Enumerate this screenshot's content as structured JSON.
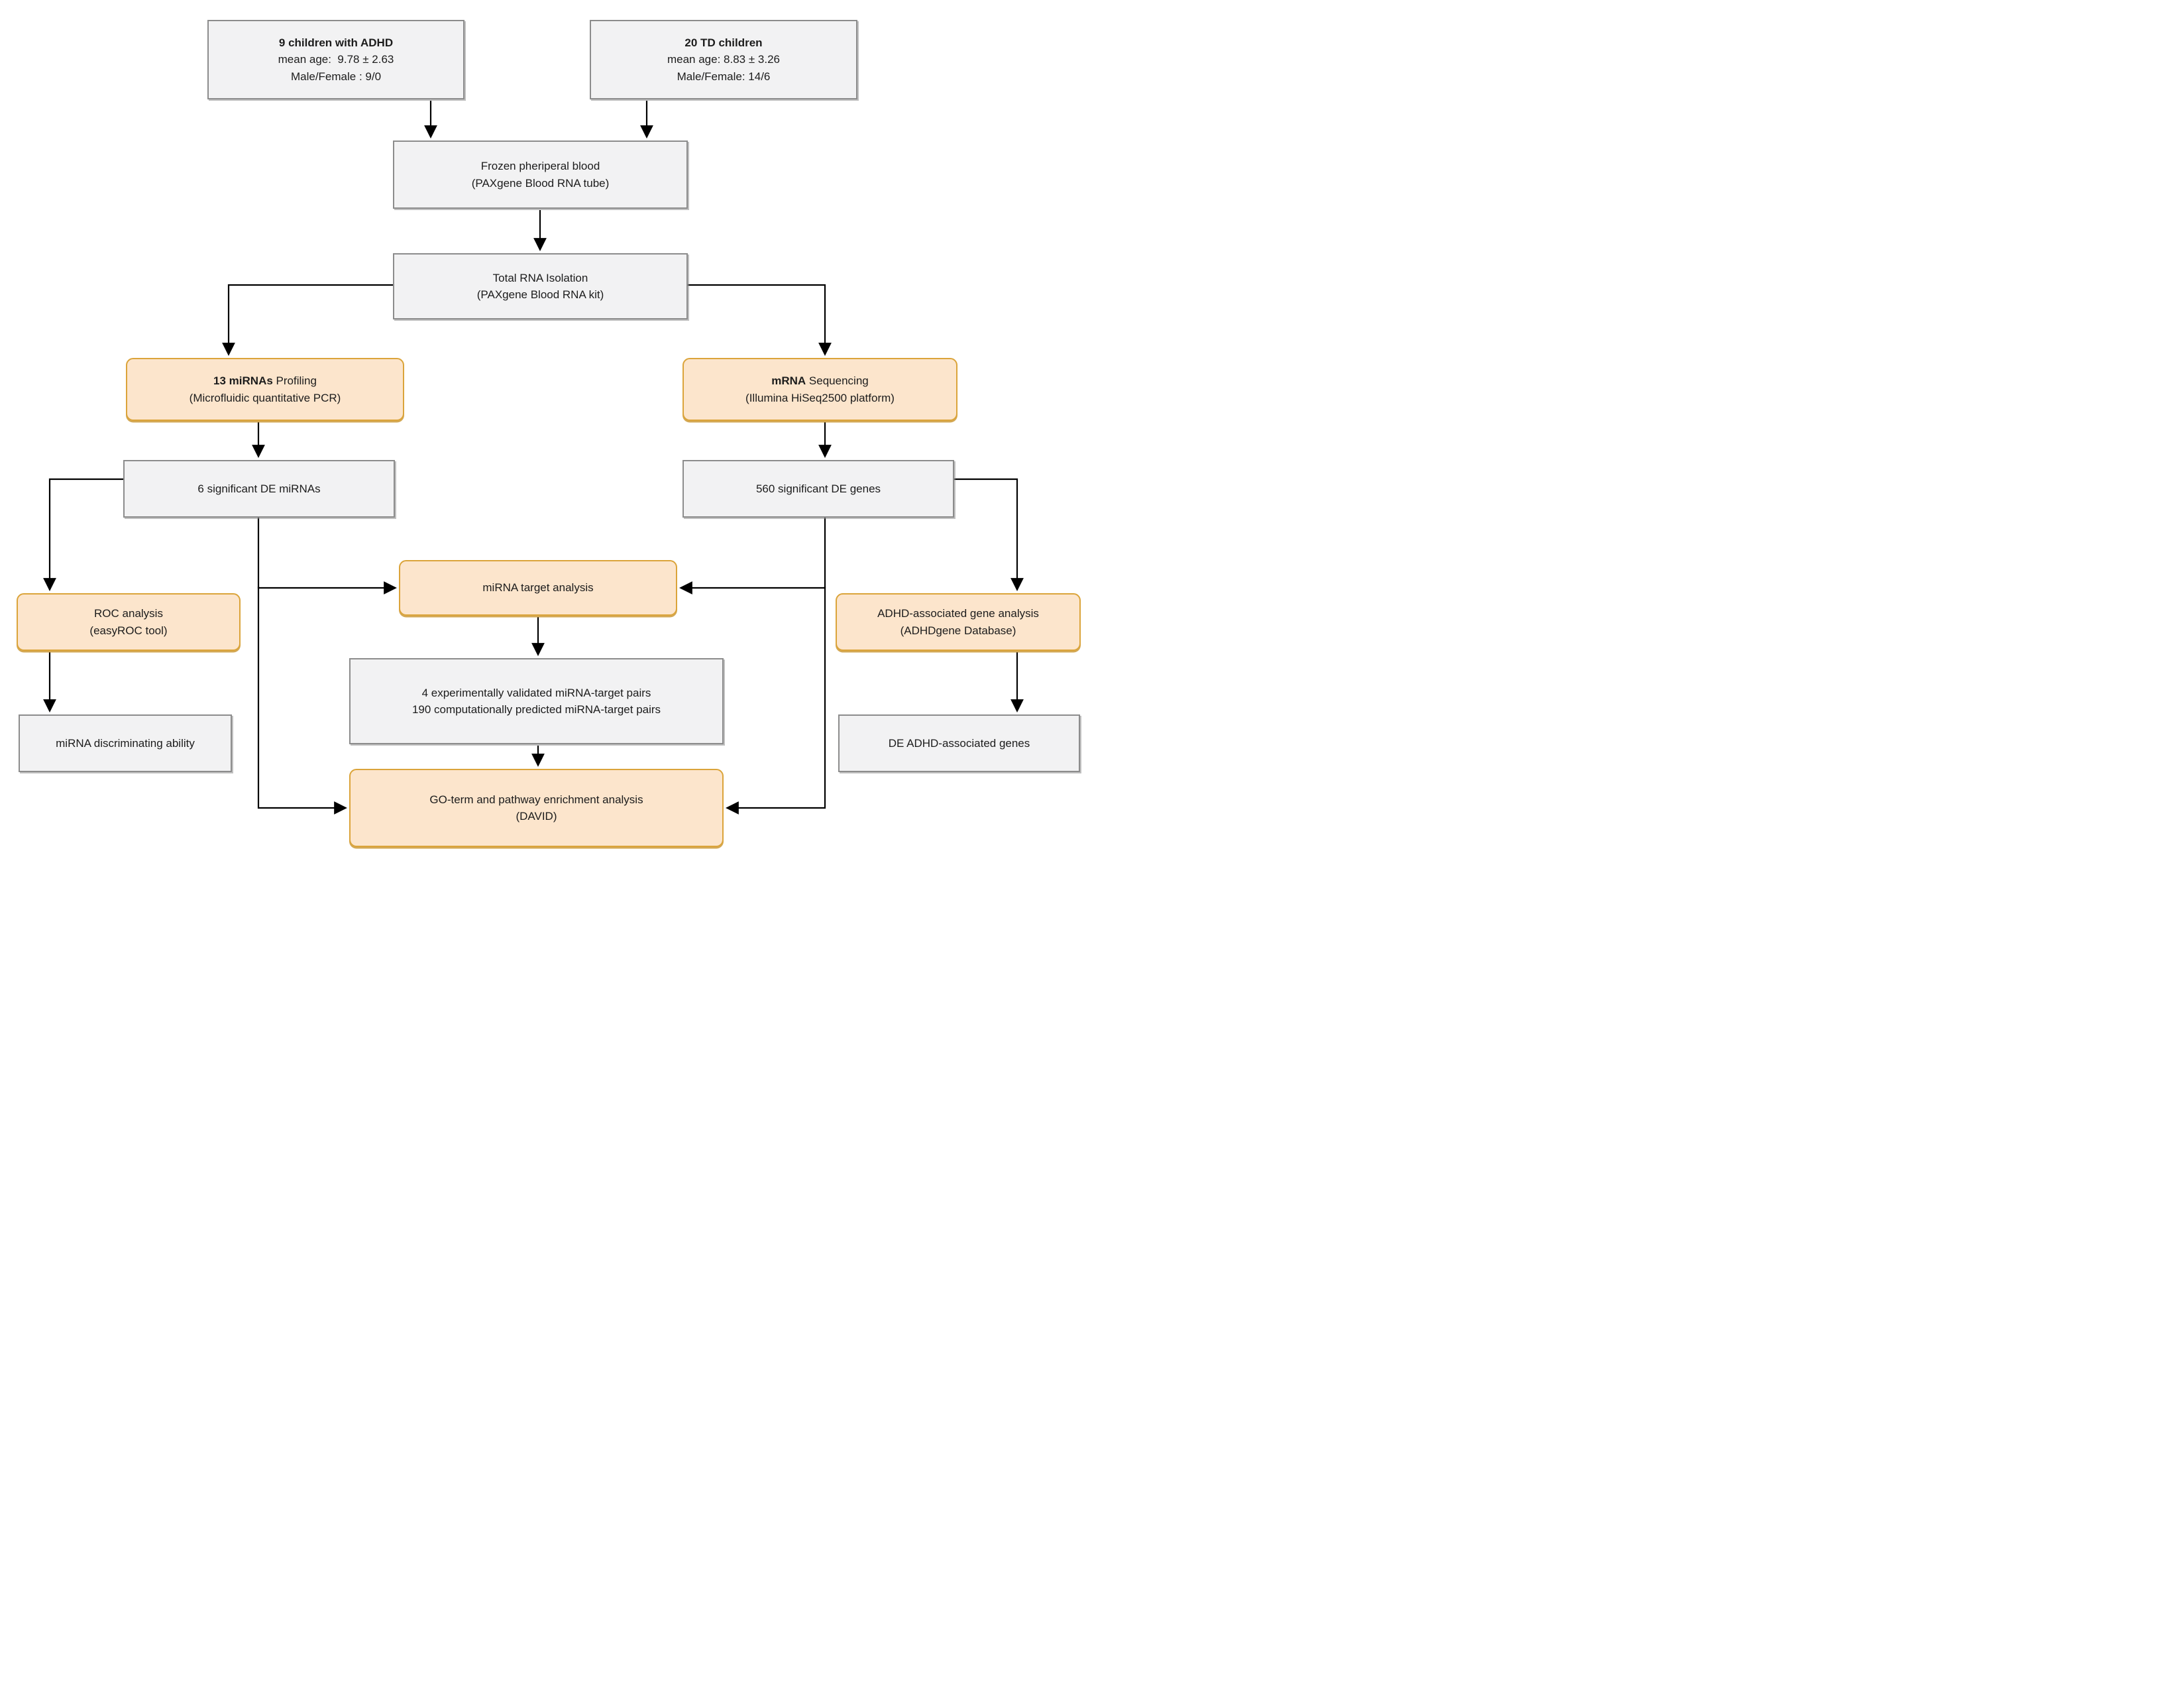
{
  "colors": {
    "gray_box_fill": "#f2f2f3",
    "gray_box_border": "#8c8c8c",
    "orange_box_fill": "#fce5cc",
    "orange_box_border": "#dba43a",
    "arrow": "#000000",
    "text": "#1c1c1c"
  },
  "nodes": {
    "adhd_group": {
      "line1": "9 children with ADHD",
      "line2": "mean age:  9.78 ± 2.63",
      "line3": "Male/Female : 9/0"
    },
    "td_group": {
      "line1": "20 TD children",
      "line2": "mean age: 8.83 ± 3.26",
      "line3": "Male/Female: 14/6"
    },
    "frozen_blood": {
      "line1": "Frozen pheriperal blood",
      "line2": "(PAXgene Blood RNA tube)"
    },
    "total_rna": {
      "line1": "Total RNA Isolation",
      "line2": "(PAXgene Blood RNA kit)"
    },
    "mirna_profiling": {
      "bold": "13 miRNAs",
      "rest": " Profiling",
      "line2": "(Microfluidic quantitative PCR)"
    },
    "mrna_sequencing": {
      "bold": "mRNA",
      "rest": " Sequencing",
      "line2": "(Illumina HiSeq2500 platform)"
    },
    "de_mirnas": {
      "line1": "6 significant DE miRNAs"
    },
    "de_genes": {
      "line1": "560 significant DE genes"
    },
    "mirna_target": {
      "line1": "miRNA target analysis"
    },
    "roc": {
      "line1": "ROC analysis",
      "line2": "(easyROC tool)"
    },
    "adhd_gene_analysis": {
      "line1": "ADHD-associated gene analysis",
      "line2": "(ADHDgene Database)"
    },
    "target_pairs": {
      "line1": "4 experimentally validated miRNA-target pairs",
      "line2": "190 computationally predicted miRNA-target pairs"
    },
    "mirna_discriminating": {
      "line1": "miRNA discriminating ability"
    },
    "de_adhd_genes": {
      "line1": "DE ADHD-associated genes"
    },
    "go_term": {
      "line1": "GO-term and pathway enrichment analysis",
      "line2": "(DAVID)"
    }
  },
  "edges": [
    {
      "from": "adhd_group",
      "to": "frozen_blood"
    },
    {
      "from": "td_group",
      "to": "frozen_blood"
    },
    {
      "from": "frozen_blood",
      "to": "total_rna"
    },
    {
      "from": "total_rna",
      "to": "mirna_profiling"
    },
    {
      "from": "total_rna",
      "to": "mrna_sequencing"
    },
    {
      "from": "mirna_profiling",
      "to": "de_mirnas"
    },
    {
      "from": "mrna_sequencing",
      "to": "de_genes"
    },
    {
      "from": "de_mirnas",
      "to": "roc"
    },
    {
      "from": "de_mirnas",
      "to": "mirna_target"
    },
    {
      "from": "de_mirnas",
      "to": "go_term"
    },
    {
      "from": "roc",
      "to": "mirna_discriminating"
    },
    {
      "from": "de_genes",
      "to": "mirna_target"
    },
    {
      "from": "de_genes",
      "to": "adhd_gene_analysis"
    },
    {
      "from": "de_genes",
      "to": "go_term"
    },
    {
      "from": "adhd_gene_analysis",
      "to": "de_adhd_genes"
    },
    {
      "from": "mirna_target",
      "to": "target_pairs"
    },
    {
      "from": "target_pairs",
      "to": "go_term"
    }
  ]
}
